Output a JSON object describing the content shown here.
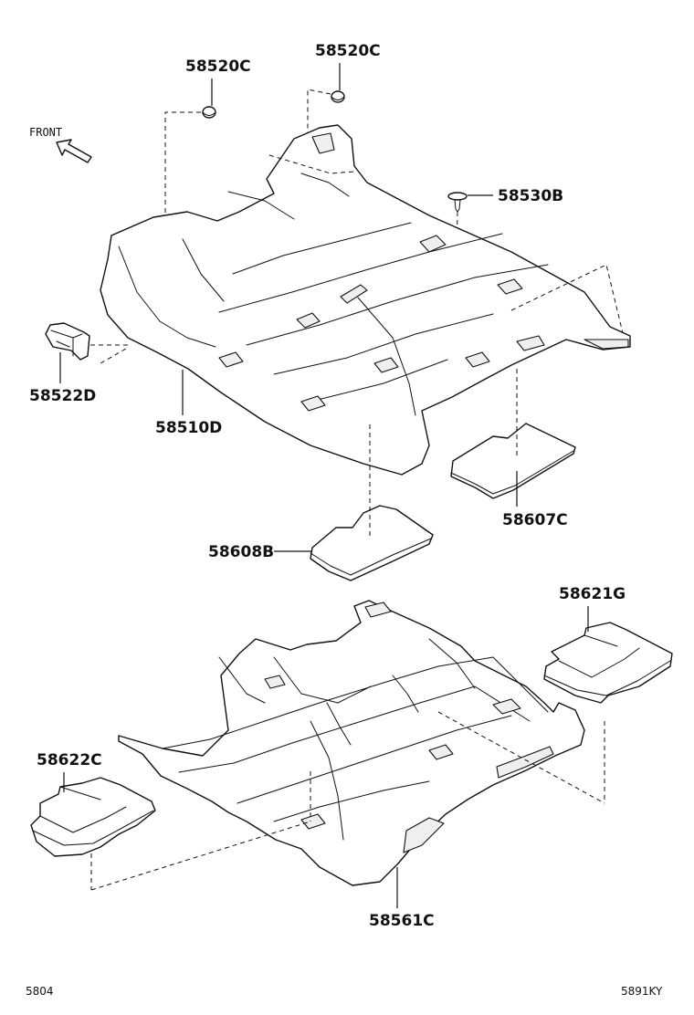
{
  "direction_label": "FRONT",
  "parts": {
    "clip_left": "58520C",
    "clip_right": "58520C",
    "fastener": "58530B",
    "bracket": "58522D",
    "floor_silencer": "58510D",
    "pad_rear_right": "58607C",
    "pad_front": "58608B",
    "carpet": "58561C",
    "pad_right": "58621G",
    "pad_left": "58622C"
  },
  "footer": {
    "left_code": "5804",
    "right_code": "5891KY"
  }
}
